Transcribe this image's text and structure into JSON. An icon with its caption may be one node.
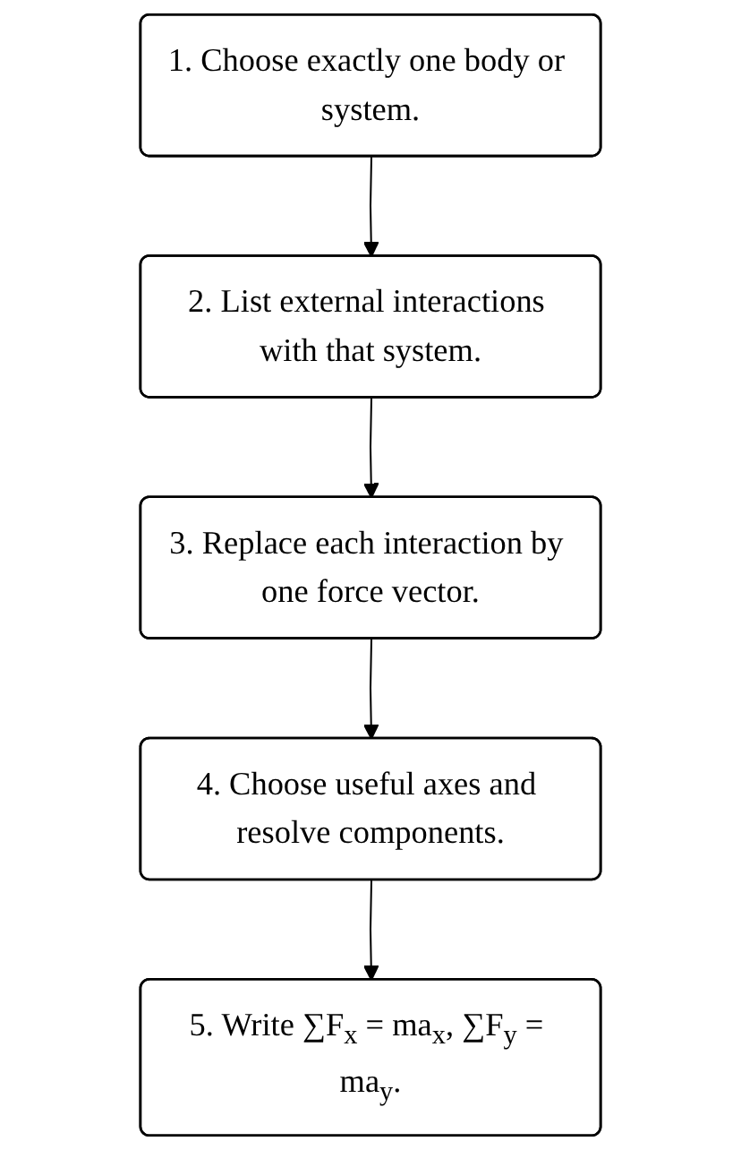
{
  "diagram": {
    "nodes": [
      {
        "text": [
          "1. Choose exactly one body or system."
        ]
      },
      {
        "text": [
          "2. List external interactions with that system."
        ]
      },
      {
        "text": [
          "3. Replace each interaction by one force vector."
        ]
      },
      {
        "text": [
          "4. Choose useful axes and resolve components."
        ]
      },
      {
        "text": [
          "5. Write ∑F$_{x}$ = ma$_{x}$, ∑F$_{y}$ = ma$_{y}$."
        ]
      }
    ],
    "edges": [
      {
        "from": 0,
        "to": 1,
        "arrow": "to"
      },
      {
        "from": 1,
        "to": 2,
        "arrow": "to"
      },
      {
        "from": 2,
        "to": 3,
        "arrow": "to"
      },
      {
        "from": 3,
        "to": 4,
        "arrow": "to"
      }
    ]
  }
}
